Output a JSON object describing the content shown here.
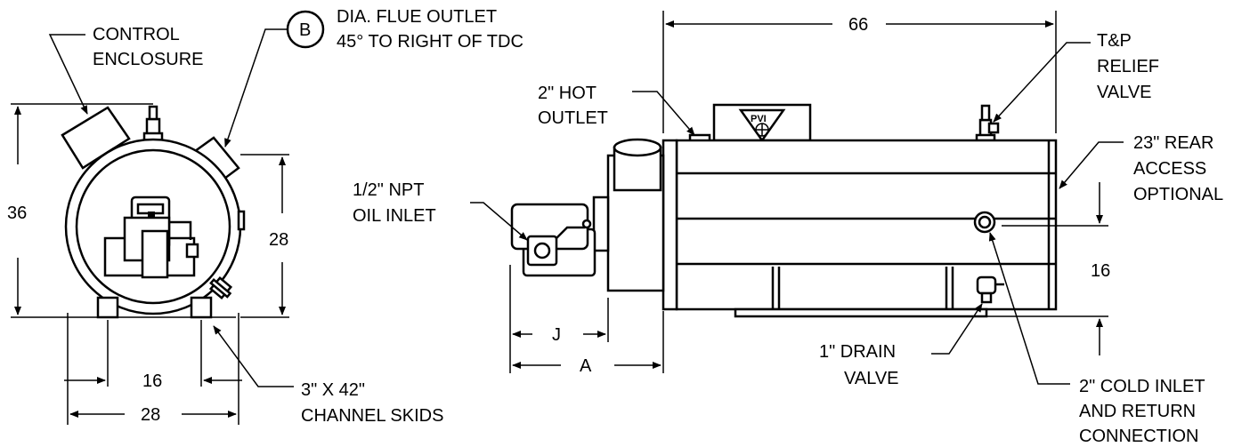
{
  "front_view": {
    "control_enclosure": [
      "CONTROL",
      "ENCLOSURE"
    ],
    "flue_outlet_marker": "B",
    "flue_outlet": [
      "DIA. FLUE OUTLET",
      "45° TO RIGHT OF TDC"
    ],
    "height_overall": "36",
    "height_body": "28",
    "skid_spacing": "16",
    "overall_width": "28",
    "channel_skids": [
      "3\" X 42\"",
      "CHANNEL SKIDS"
    ]
  },
  "side_view": {
    "overall_length": "66",
    "hot_outlet": [
      "2\" HOT",
      "OUTLET"
    ],
    "tp_relief": [
      "T&P",
      "RELIEF",
      "VALVE"
    ],
    "oil_inlet": [
      "1/2\" NPT",
      "OIL INLET"
    ],
    "rear_access": [
      "23\" REAR",
      "ACCESS",
      "OPTIONAL"
    ],
    "inlet_height": "16",
    "dim_j": "J",
    "dim_a": "A",
    "drain_valve": [
      "1\" DRAIN",
      "VALVE"
    ],
    "cold_inlet": [
      "2\" COLD INLET",
      "AND RETURN",
      "CONNECTION"
    ],
    "logo_text": "PVI"
  }
}
